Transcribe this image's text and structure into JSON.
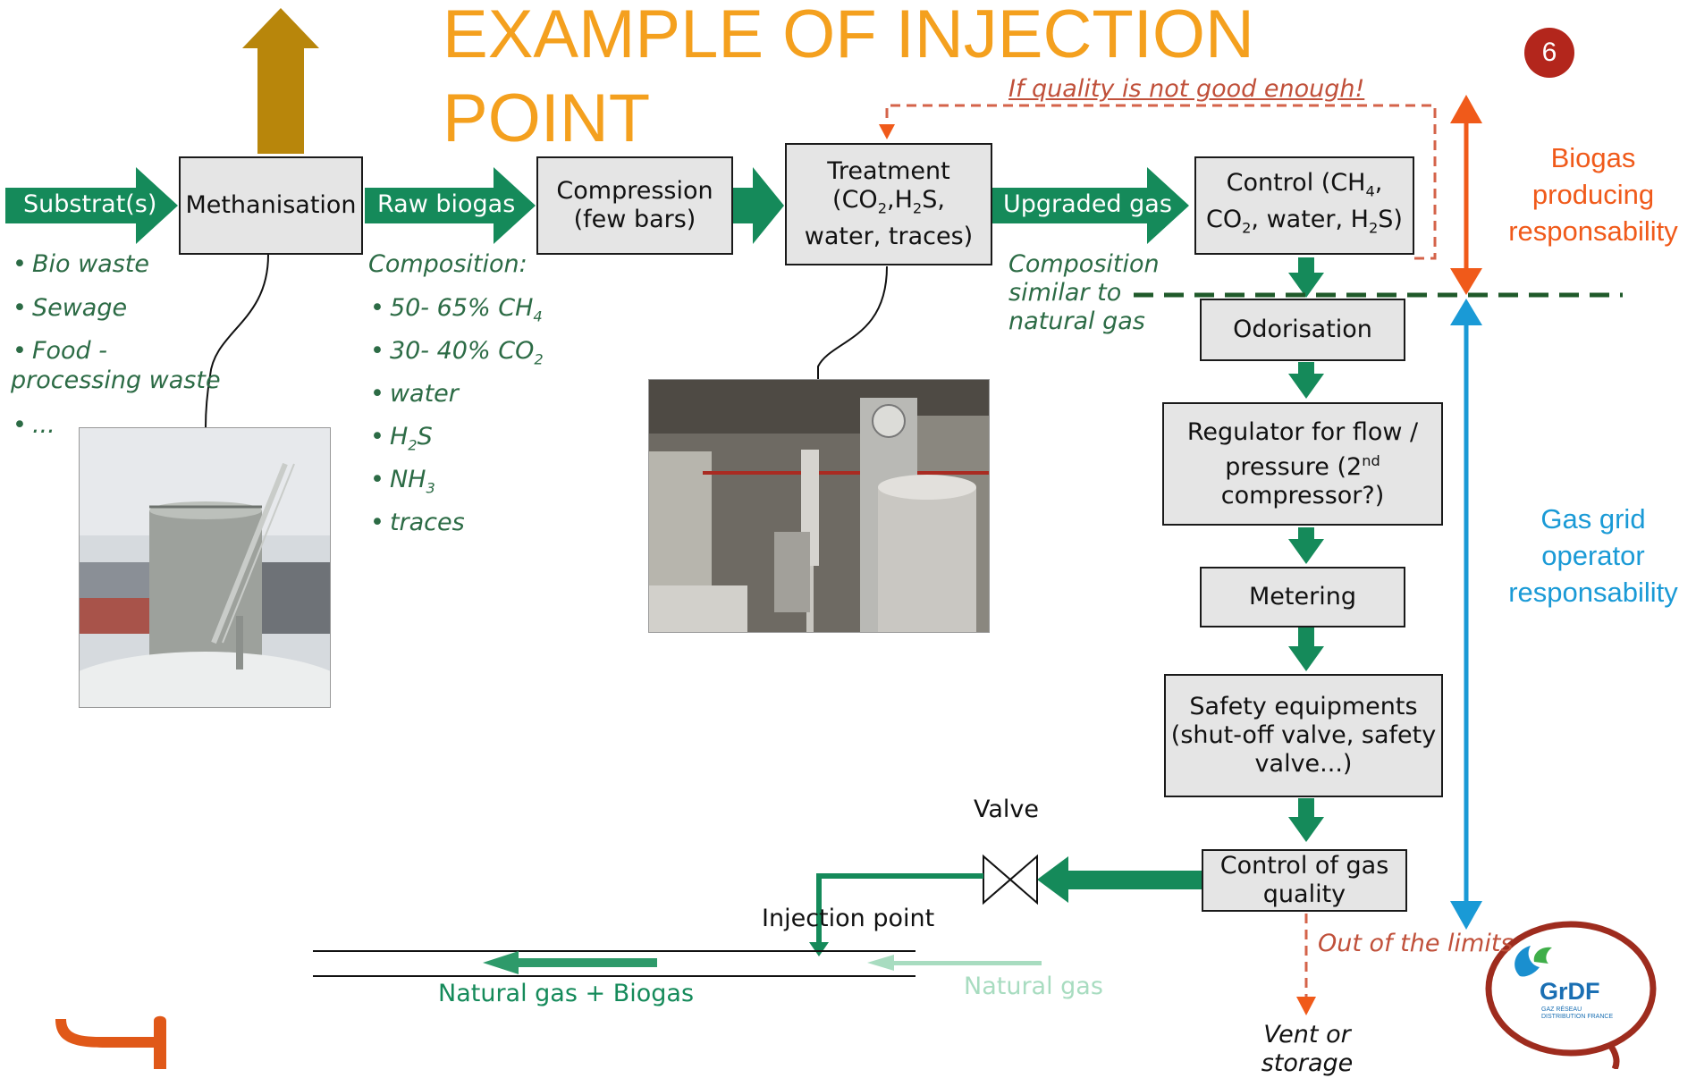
{
  "header": {
    "title": "EXAMPLE OF INJECTION POINT",
    "page_number": "6"
  },
  "colors": {
    "title": "#f4a01e",
    "flow_green": "#158a5a",
    "biogas_orange": "#f05a1a",
    "grid_blue": "#1a9ad6",
    "feedback_red": "#d4634a"
  },
  "arrows": {
    "substrates": "Substrat(s)",
    "raw_biogas": "Raw biogas",
    "upgraded_gas": "Upgraded gas"
  },
  "boxes": {
    "methanisation": "Methanisation",
    "compression": [
      "Compression",
      "(few bars)"
    ],
    "treatment": {
      "line1": "Treatment",
      "l2_a": "(CO",
      "l2_sub1": "2",
      "l2_b": ",H",
      "l2_sub2": "2",
      "l2_c": "S,",
      "line3": "water, traces)"
    },
    "control": {
      "l1_a": "Control (CH",
      "l1_sub": "4",
      "l1_b": ",",
      "l2_a": "CO",
      "l2_sub1": "2",
      "l2_b": ", water, H",
      "l2_sub2": "2",
      "l2_c": "S)"
    },
    "odorisation": "Odorisation",
    "regulator": {
      "line1": "Regulator for flow /",
      "l2_a": "pressure (2",
      "l2_sup": "nd",
      "line3": "compressor?)"
    },
    "metering": "Metering",
    "safety": [
      "Safety equipments",
      "(shut-off valve, safety",
      "valve...)"
    ],
    "control_quality": [
      "Control of gas",
      "quality"
    ]
  },
  "substrates_list": [
    "Bio waste",
    "Sewage",
    "Food  -",
    "processing waste",
    "..."
  ],
  "composition": {
    "heading": "Composition:",
    "items": {
      "ch4": "50- 65% CH",
      "ch4_sub": "4",
      "co2": "30- 40% CO",
      "co2_sub": "2",
      "water": "water",
      "h2s_a": "H",
      "h2s_sub": "2",
      "h2s_b": "S",
      "nh3_a": "NH",
      "nh3_sub": "3",
      "traces": "traces"
    }
  },
  "upgraded_note": [
    "Composition",
    "similar to",
    "natural gas"
  ],
  "feedback": {
    "quality_not_good": "If quality is not good enough!",
    "out_of_limits": "Out of the limits"
  },
  "responsibility": {
    "biogas": [
      "Biogas",
      "producing",
      "responsability"
    ],
    "grid": [
      "Gas grid",
      "operator",
      "responsability"
    ]
  },
  "pipeline": {
    "valve": "Valve",
    "injection_point": "Injection  point",
    "mixed": "Natural gas + Biogas",
    "natural_gas": "Natural gas",
    "vent": [
      "Vent or",
      "storage"
    ]
  },
  "logo": {
    "name": "GrDF",
    "tagline_1": "GAZ RÉSEAU",
    "tagline_2": "DISTRIBUTION FRANCE"
  }
}
